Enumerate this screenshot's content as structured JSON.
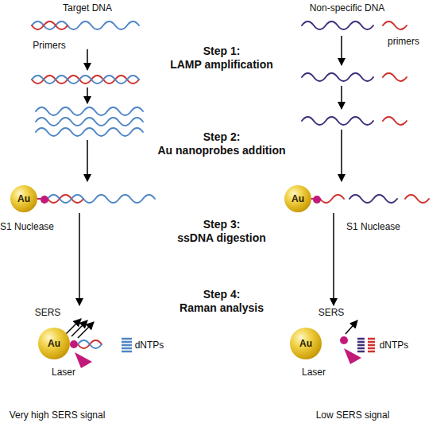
{
  "diagram": {
    "nodes": [
      {
        "text": [
          "Au"
        ]
      },
      {
        "text": [
          "Au"
        ]
      },
      {
        "text": [
          "Au"
        ]
      },
      {
        "text": [
          "Au"
        ]
      }
    ],
    "labels": [
      "Target DNA",
      "Non-specific DNA",
      "Primers",
      "primers",
      "Step 1:",
      "LAMP amplification",
      "Step 2:",
      "Au nanoprobes addition",
      "S1 Nuclease",
      "Step 3:",
      "ssDNA digestion",
      "S1 Nuclease",
      "Step 4:",
      "Raman analysis",
      "SERS",
      "SERS",
      "dNTPs",
      "dNTPs",
      "Laser",
      "Laser",
      "Very high SERS signal",
      "Low SERS signal"
    ]
  }
}
